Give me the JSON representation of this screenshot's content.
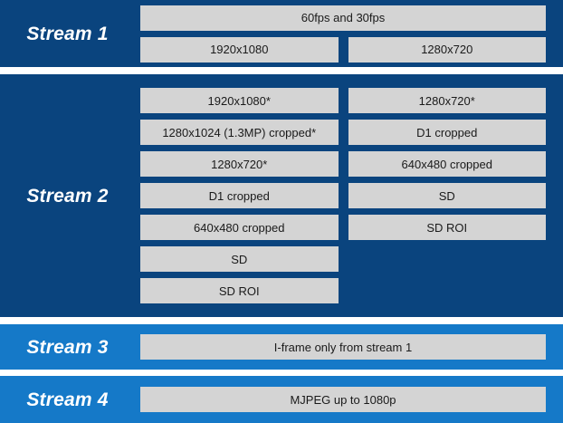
{
  "colors": {
    "dark_blue": "#0a447e",
    "light_blue": "#1579c8",
    "cell_gray": "#d4d4d4",
    "label_text": "#ffffff",
    "cell_text": "#1a1a1a",
    "page_background": "#ffffff"
  },
  "streams": [
    {
      "id": "stream-1",
      "label": "Stream 1",
      "tone": "dark",
      "header_cell": "60fps and 30fps",
      "left_column": [
        "1920x1080"
      ],
      "right_column": [
        "1280x720"
      ]
    },
    {
      "id": "stream-2",
      "label": "Stream 2",
      "tone": "dark",
      "header_cell": null,
      "left_column": [
        "1920x1080*",
        "1280x1024 (1.3MP) cropped*",
        "1280x720*",
        "D1 cropped",
        "640x480 cropped",
        "SD",
        "SD ROI"
      ],
      "right_column": [
        "1280x720*",
        "D1 cropped",
        "640x480 cropped",
        "SD",
        "SD ROI"
      ]
    },
    {
      "id": "stream-3",
      "label": "Stream 3",
      "tone": "light",
      "header_cell": "I-frame only from stream 1",
      "left_column": [],
      "right_column": []
    },
    {
      "id": "stream-4",
      "label": "Stream 4",
      "tone": "light",
      "header_cell": "MJPEG up to 1080p",
      "left_column": [],
      "right_column": []
    }
  ],
  "notes": {
    "asterisk_meaning_shown": false
  }
}
